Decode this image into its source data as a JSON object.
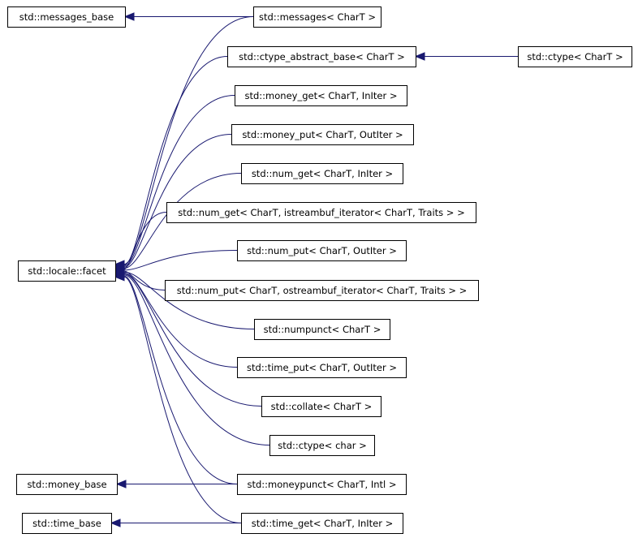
{
  "diagram": {
    "type": "class-inheritance-graph",
    "edge_color": "#191970",
    "nodes": [
      {
        "id": "messages_base",
        "label": "std::messages_base"
      },
      {
        "id": "messages",
        "label": "std::messages< CharT >"
      },
      {
        "id": "ctype_abstract_base",
        "label": "std::ctype_abstract_base< CharT >"
      },
      {
        "id": "ctype",
        "label": "std::ctype< CharT >"
      },
      {
        "id": "money_get",
        "label": "std::money_get< CharT, InIter >"
      },
      {
        "id": "money_put",
        "label": "std::money_put< CharT, OutIter >"
      },
      {
        "id": "num_get",
        "label": "std::num_get< CharT, InIter >"
      },
      {
        "id": "num_get_istream",
        "label": "std::num_get< CharT, istreambuf_iterator< CharT, Traits > >"
      },
      {
        "id": "facet",
        "label": "std::locale::facet"
      },
      {
        "id": "num_put",
        "label": "std::num_put< CharT, OutIter >"
      },
      {
        "id": "num_put_ostream",
        "label": "std::num_put< CharT, ostreambuf_iterator< CharT, Traits > >"
      },
      {
        "id": "numpunct",
        "label": "std::numpunct< CharT >"
      },
      {
        "id": "time_put",
        "label": "std::time_put< CharT, OutIter >"
      },
      {
        "id": "collate",
        "label": "std::collate< CharT >"
      },
      {
        "id": "ctype_char",
        "label": "std::ctype< char >"
      },
      {
        "id": "money_base",
        "label": "std::money_base"
      },
      {
        "id": "moneypunct",
        "label": "std::moneypunct< CharT, Intl >"
      },
      {
        "id": "time_base",
        "label": "std::time_base"
      },
      {
        "id": "time_get",
        "label": "std::time_get< CharT, InIter >"
      }
    ],
    "edges": [
      {
        "from": "messages",
        "to": "messages_base"
      },
      {
        "from": "ctype",
        "to": "ctype_abstract_base"
      },
      {
        "from": "messages",
        "to": "facet"
      },
      {
        "from": "ctype_abstract_base",
        "to": "facet"
      },
      {
        "from": "money_get",
        "to": "facet"
      },
      {
        "from": "money_put",
        "to": "facet"
      },
      {
        "from": "num_get",
        "to": "facet"
      },
      {
        "from": "num_get_istream",
        "to": "facet"
      },
      {
        "from": "num_put",
        "to": "facet"
      },
      {
        "from": "num_put_ostream",
        "to": "facet"
      },
      {
        "from": "numpunct",
        "to": "facet"
      },
      {
        "from": "time_put",
        "to": "facet"
      },
      {
        "from": "collate",
        "to": "facet"
      },
      {
        "from": "ctype_char",
        "to": "facet"
      },
      {
        "from": "moneypunct",
        "to": "facet"
      },
      {
        "from": "time_get",
        "to": "facet"
      },
      {
        "from": "moneypunct",
        "to": "money_base"
      },
      {
        "from": "time_get",
        "to": "time_base"
      }
    ]
  }
}
